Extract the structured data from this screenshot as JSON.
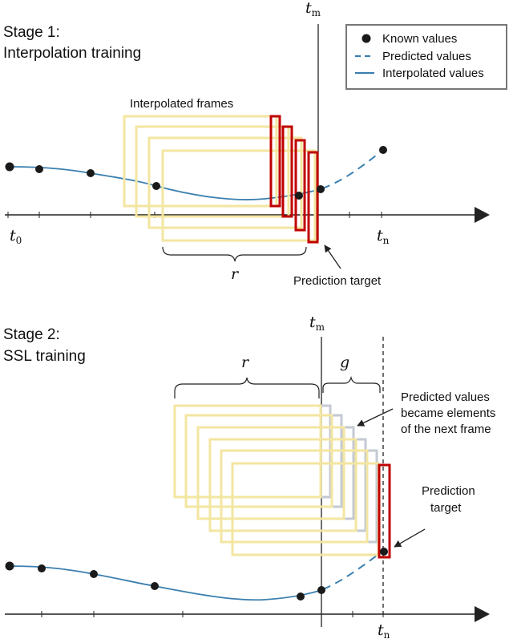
{
  "stage1": {
    "title_line1": "Stage 1:",
    "title_line2": "Interpolation training",
    "frames_label": "Interpolated frames",
    "t0_main": "t",
    "t0_sub": "0",
    "tm_main": "t",
    "tm_sub": "m",
    "tn_main": "t",
    "tn_sub": "n",
    "r_label": "r",
    "target_label": "Prediction target"
  },
  "stage2": {
    "title_line1": "Stage 2:",
    "title_line2": "SSL training",
    "tm_main": "t",
    "tm_sub": "m",
    "tn_main": "t",
    "tn_sub": "n",
    "r_label": "r",
    "g_label": "g",
    "note_line1": "Predicted values",
    "note_line2": "became elements",
    "note_line3": "of the next frame",
    "target_line1": "Prediction",
    "target_line2": "target"
  },
  "legend": {
    "known": "Known values",
    "predicted": "Predicted values",
    "interpolated": "Interpolated values"
  },
  "colors": {
    "curve": "#3a7fb0",
    "frame": "#f3e6a0",
    "target": "#c00000",
    "ghost": "#c4cad3",
    "axis": "#222222",
    "dot": "#1a1a1a"
  }
}
